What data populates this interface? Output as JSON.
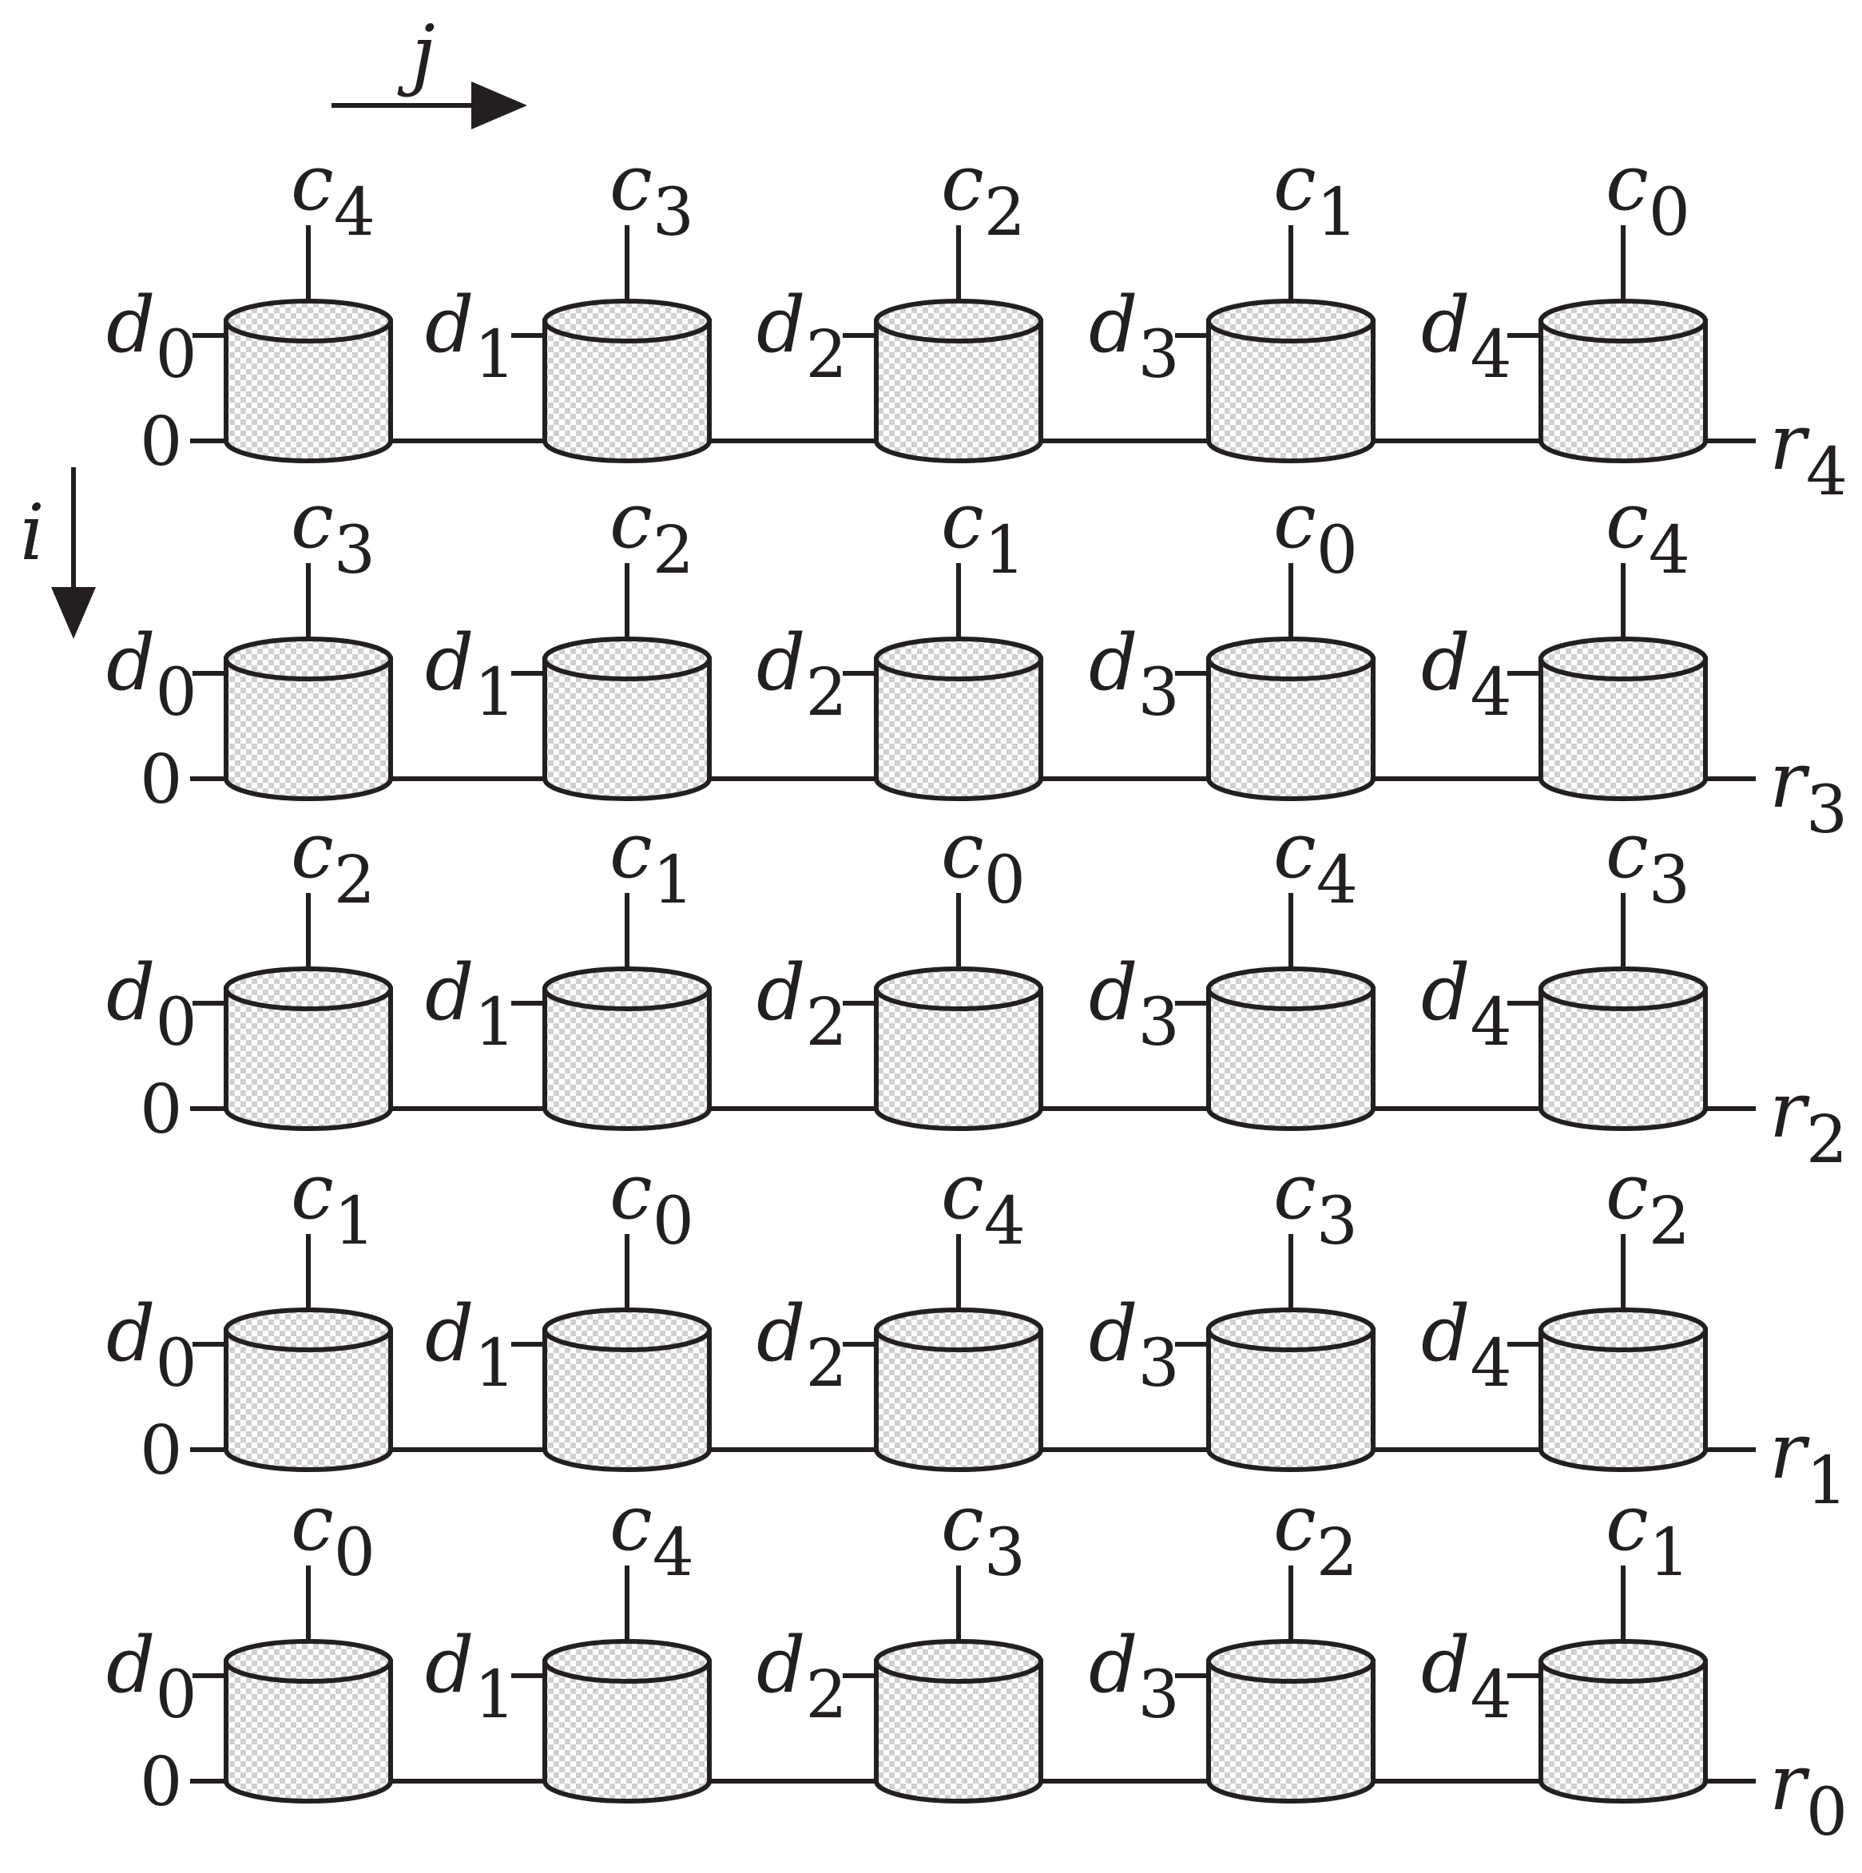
{
  "axes": {
    "j": "j",
    "i": "i"
  },
  "rows": [
    {
      "output": {
        "var": "r",
        "sub": "4"
      },
      "input": "0",
      "d": [
        "0",
        "1",
        "2",
        "3",
        "4"
      ],
      "c": [
        "4",
        "3",
        "2",
        "1",
        "0"
      ]
    },
    {
      "output": {
        "var": "r",
        "sub": "3"
      },
      "input": "0",
      "d": [
        "0",
        "1",
        "2",
        "3",
        "4"
      ],
      "c": [
        "3",
        "2",
        "1",
        "0",
        "4"
      ]
    },
    {
      "output": {
        "var": "r",
        "sub": "2"
      },
      "input": "0",
      "d": [
        "0",
        "1",
        "2",
        "3",
        "4"
      ],
      "c": [
        "2",
        "1",
        "0",
        "4",
        "3"
      ]
    },
    {
      "output": {
        "var": "r",
        "sub": "1"
      },
      "input": "0",
      "d": [
        "0",
        "1",
        "2",
        "3",
        "4"
      ],
      "c": [
        "1",
        "0",
        "4",
        "3",
        "2"
      ]
    },
    {
      "output": {
        "var": "r",
        "sub": "0"
      },
      "input": "0",
      "d": [
        "0",
        "1",
        "2",
        "3",
        "4"
      ],
      "c": [
        "0",
        "4",
        "3",
        "2",
        "1"
      ]
    }
  ],
  "symbols": {
    "c": "c",
    "d": "d"
  },
  "colors": {
    "ink": "#231f20",
    "cell_fill_light": "#ffffff",
    "cell_fill_dark": "#d0d0d0"
  }
}
